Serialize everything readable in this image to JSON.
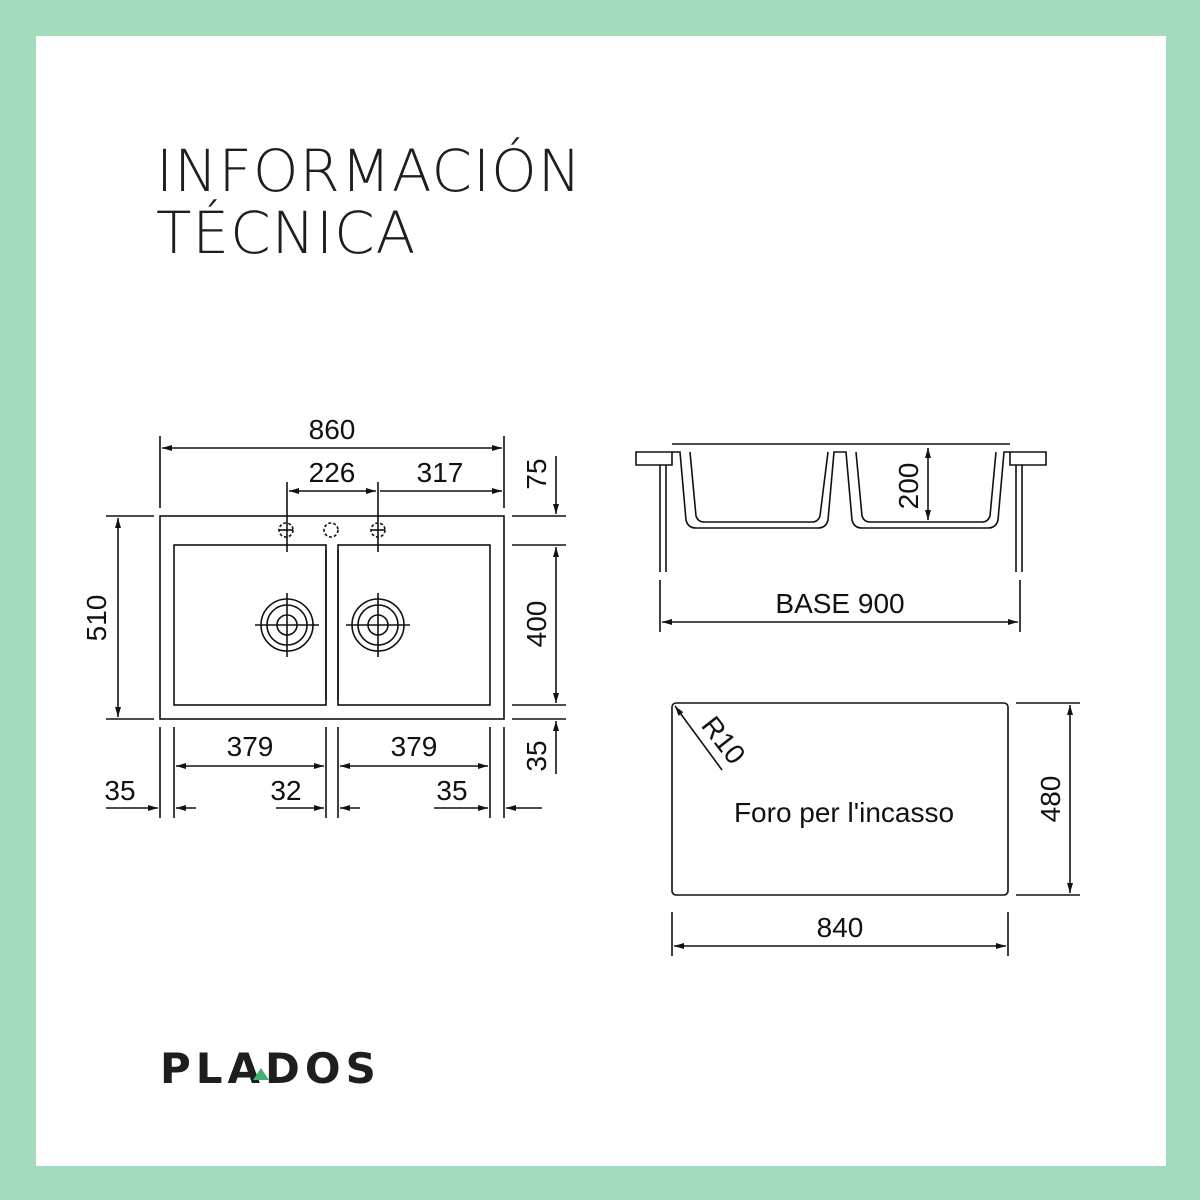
{
  "title": {
    "line1": "INFORMACIÓN",
    "line2": "TÉCNICA"
  },
  "brand": {
    "name": "PLADOS",
    "accent_color": "#3cb371"
  },
  "colors": {
    "border": "#a2dcbd",
    "background": "#ffffff",
    "ink": "#111111"
  },
  "top_view": {
    "overall_width": "860",
    "tap_hole_left": "226",
    "tap_hole_right": "317",
    "depth": "510",
    "back_offset": "75",
    "bowl_depth": "400",
    "front_offset": "35",
    "left_bowl_width": "379",
    "right_bowl_width": "379",
    "left_margin": "35",
    "divider": "32",
    "right_margin": "35"
  },
  "section_view": {
    "bowl_height": "200",
    "base": "BASE 900"
  },
  "cutout": {
    "radius": "R10",
    "label": "Foro per l'incasso",
    "height": "480",
    "width": "840"
  }
}
